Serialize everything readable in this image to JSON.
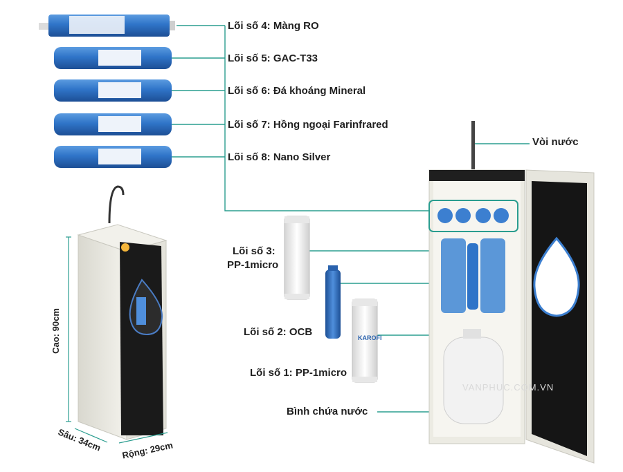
{
  "labels": {
    "filter4": "Lõi số 4: Màng RO",
    "filter5": "Lõi số 5: GAC-T33",
    "filter6": "Lõi số 6: Đá khoáng Mineral",
    "filter7": "Lõi số 7: Hồng ngoại Farinfrared",
    "filter8": "Lõi số 8: Nano Silver",
    "faucet": "Vòi nước",
    "filter3_line1": "Lõi số 3:",
    "filter3_line2": "PP-1micro",
    "filter2": "Lõi số 2: OCB",
    "filter1": "Lõi số 1: PP-1micro",
    "tank": "Bình chứa nước"
  },
  "dimensions": {
    "height": "Cao: 90cm",
    "depth": "Sâu: 34cm",
    "width": "Rộng: 29cm"
  },
  "brand": "KAROFI",
  "watermark": "VANPHUC.COM.VN",
  "colors": {
    "filter_blue": "#2f74c8",
    "callout_line": "#2a9d8f",
    "cabinet_black": "#1a1a1a",
    "cabinet_white": "#ecebe3"
  }
}
